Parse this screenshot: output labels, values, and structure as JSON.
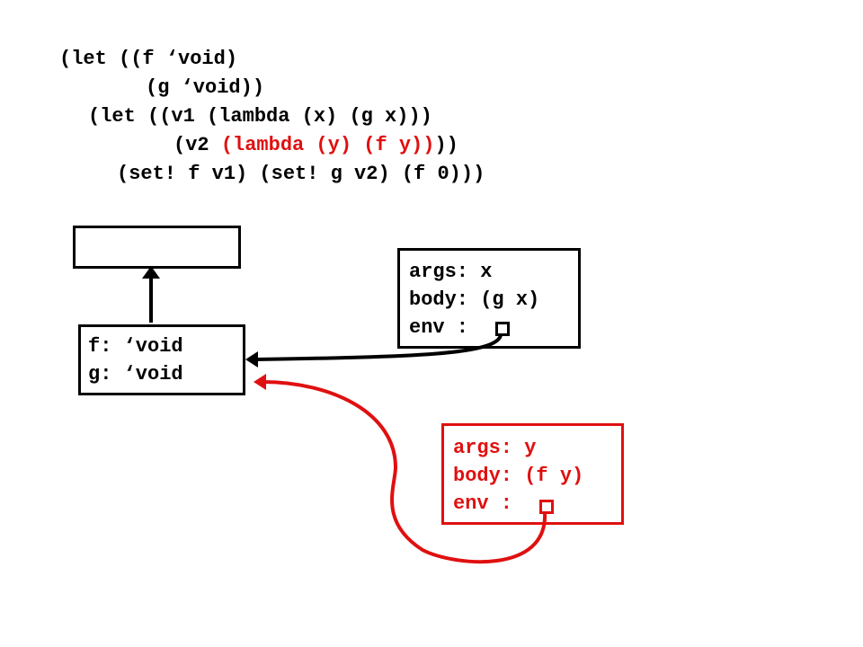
{
  "code": {
    "line1": "(let ((f ‘void)",
    "line2": "(g ‘void))",
    "line3": "(let ((v1 (lambda (x) (g x)))",
    "line4_prefix": "(v2 ",
    "line4_red": "(lambda (y) (f y))",
    "line4_suffix": "))",
    "line5": "(set! f v1) (set! g v2) (f 0)))"
  },
  "frame": {
    "f_binding": "f: ‘void",
    "g_binding": "g: ‘void"
  },
  "closure1": {
    "args": "args: x",
    "body": "body: (g x)",
    "env": "env :"
  },
  "closure2": {
    "args": "args: y",
    "body": "body: (f y)",
    "env": "env :"
  },
  "colors": {
    "black": "#000000",
    "red": "#e01010"
  }
}
